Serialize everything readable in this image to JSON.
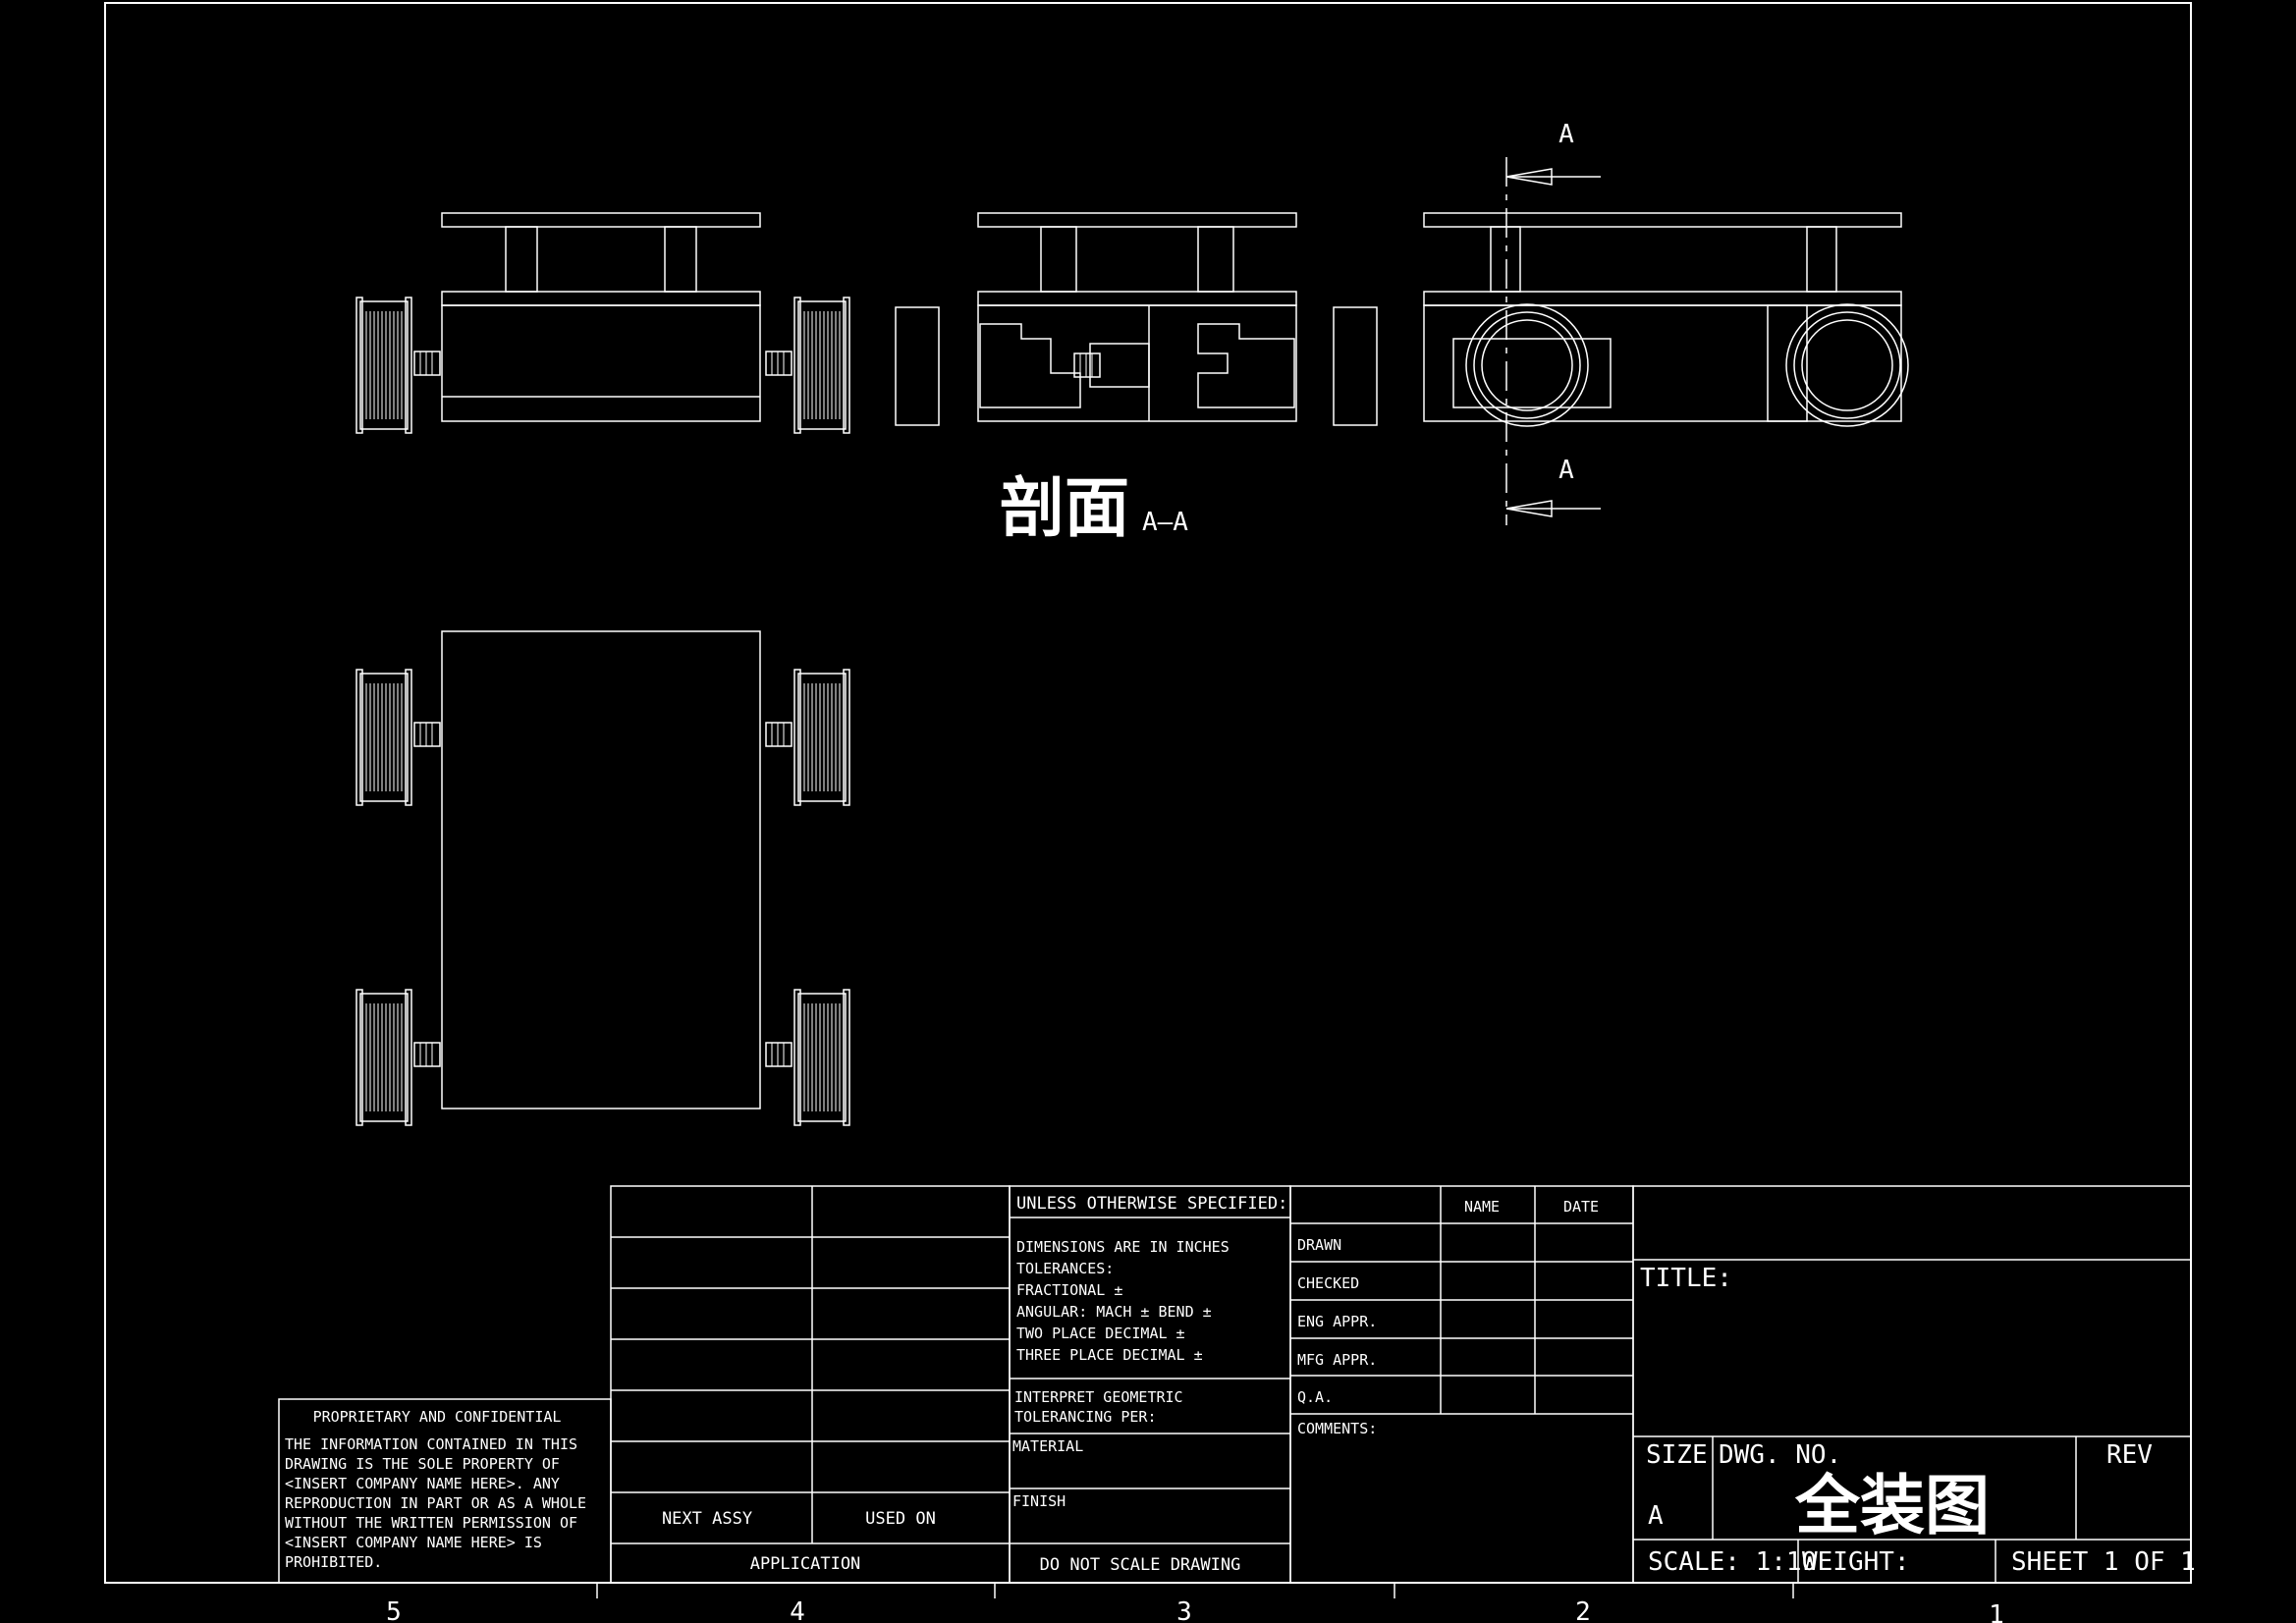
{
  "section_label": {
    "prefix": "剖面",
    "view": "A–A"
  },
  "section_markers": {
    "top": "A",
    "bottom": "A"
  },
  "zone_numbers": [
    "5",
    "4",
    "3",
    "2",
    "1"
  ],
  "proprietary": {
    "heading": "PROPRIETARY AND CONFIDENTIAL",
    "lines": [
      "THE INFORMATION CONTAINED IN THIS",
      "DRAWING IS THE SOLE PROPERTY OF",
      "<INSERT COMPANY NAME HERE>.  ANY",
      "REPRODUCTION IN PART OR AS A WHOLE",
      "WITHOUT THE WRITTEN PERMISSION OF",
      "<INSERT COMPANY NAME HERE> IS",
      "PROHIBITED."
    ]
  },
  "application_block": {
    "next_assy": "NEXT ASSY",
    "used_on": "USED ON",
    "application": "APPLICATION"
  },
  "spec_block": {
    "header": "UNLESS OTHERWISE SPECIFIED:",
    "lines": [
      "DIMENSIONS ARE IN INCHES",
      "TOLERANCES:",
      "FRACTIONAL ±",
      "ANGULAR: MACH    ±      BEND ±",
      "TWO PLACE DECIMAL    ±",
      "THREE PLACE DECIMAL  ±"
    ],
    "interpret_1": "INTERPRET GEOMETRIC",
    "interpret_2": "TOLERANCING PER:",
    "material": "MATERIAL",
    "finish": "FINISH",
    "do_not_scale": "DO NOT SCALE DRAWING"
  },
  "approvals": {
    "name_header": "NAME",
    "date_header": "DATE",
    "rows": [
      "DRAWN",
      "CHECKED",
      "ENG APPR.",
      "MFG APPR.",
      "Q.A."
    ],
    "comments": "COMMENTS:"
  },
  "title_block": {
    "title_label": "TITLE:",
    "size_label": "SIZE",
    "size_value": "A",
    "dwg_no_label": "DWG.  NO.",
    "dwg_no_value": "全装图",
    "rev_label": "REV",
    "scale": "SCALE: 1:10",
    "weight": "WEIGHT:",
    "sheet": "SHEET 1 OF 1"
  }
}
